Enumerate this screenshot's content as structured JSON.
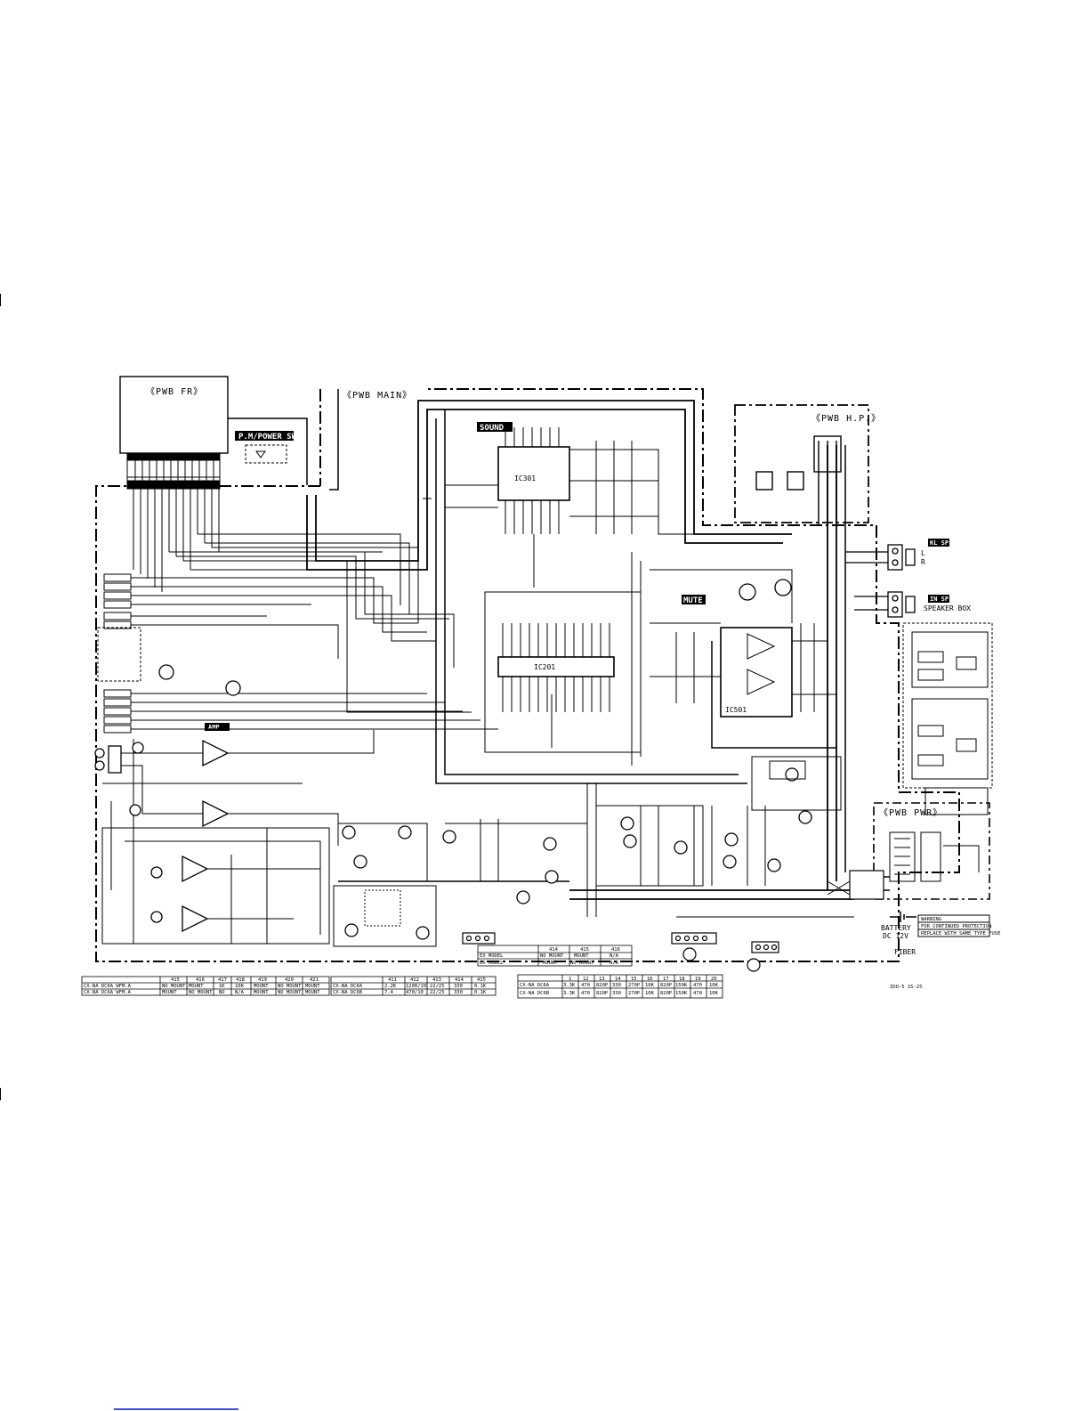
{
  "blocks": {
    "pwb_fr": "《PWB FR》",
    "pwb_main": "《PWB MAIN》",
    "pwb_hp": "《PWB H.P.》",
    "pwb_pwr": "《PWB PWR》"
  },
  "tags": {
    "sound": "SOUND",
    "mute": "MUTE",
    "pm_power_sw": "P.M/POWER SW",
    "kl_sp": "KL SP",
    "in_sp": "IN SP",
    "l": "L",
    "r": "R",
    "speaker_box": "SPEAKER BOX",
    "amp": "AMP",
    "fiber": "FIBER",
    "battery": "BATTERY",
    "battery_spec": "DC 12V",
    "date_code": "ZOO-5 15-25"
  },
  "chips": {
    "ic301": "IC301",
    "ic201": "IC201",
    "ic501": "IC501"
  },
  "tables": {
    "left": {
      "header": [
        "",
        "415",
        "416",
        "417",
        "418",
        "419",
        "420",
        "421"
      ],
      "rows": [
        [
          "CX-NA DC6A WFM.A",
          "NO MOUNT",
          "MOUNT",
          "1K",
          "10K",
          "MOUNT",
          "NO MOUNT",
          "MOUNT"
        ],
        [
          "CX-NA DC6A WFM.A",
          "MOUNT",
          "NO MOUNT",
          "NO",
          "N/A",
          "MOUNT",
          "NO MOUNT",
          "MOUNT"
        ]
      ]
    },
    "mid": {
      "header": [
        "",
        "411",
        "412",
        "413",
        "414",
        "415"
      ],
      "rows": [
        [
          "CX-NA DC6A",
          "2.2K",
          "1200/10",
          "22/25",
          "330",
          "0.1K"
        ],
        [
          "CX-NA DC6B",
          "7.4",
          "470/10",
          "22/25",
          "330",
          "0.1K"
        ]
      ]
    },
    "center": {
      "header": [
        "",
        "414",
        "415",
        "416"
      ],
      "rows": [
        [
          "EX MODEL",
          "NO MOUNT",
          "MOUNT",
          "N/A"
        ],
        [
          "EX MODEL",
          "MOUNT",
          "NO MOUNT",
          "N/A"
        ]
      ]
    },
    "right": {
      "header": [
        "",
        "1",
        "12",
        "13",
        "14",
        "15",
        "16",
        "17",
        "18",
        "19",
        "20"
      ],
      "rows": [
        [
          "CX-NA DC6A",
          "3.3K",
          "470",
          "820P",
          "330",
          "270P",
          "10K",
          "820P",
          "150K",
          "470",
          "10K"
        ],
        [
          "CX-NA DC6B",
          "3.3K",
          "470",
          "820P",
          "330",
          "270P",
          "10K",
          "820P",
          "150K",
          "470",
          "10K"
        ]
      ]
    },
    "warning": [
      "WARNING",
      "FOR CONTINUED PROTECTION",
      "REPLACE WITH SAME TYPE FUSE"
    ]
  }
}
